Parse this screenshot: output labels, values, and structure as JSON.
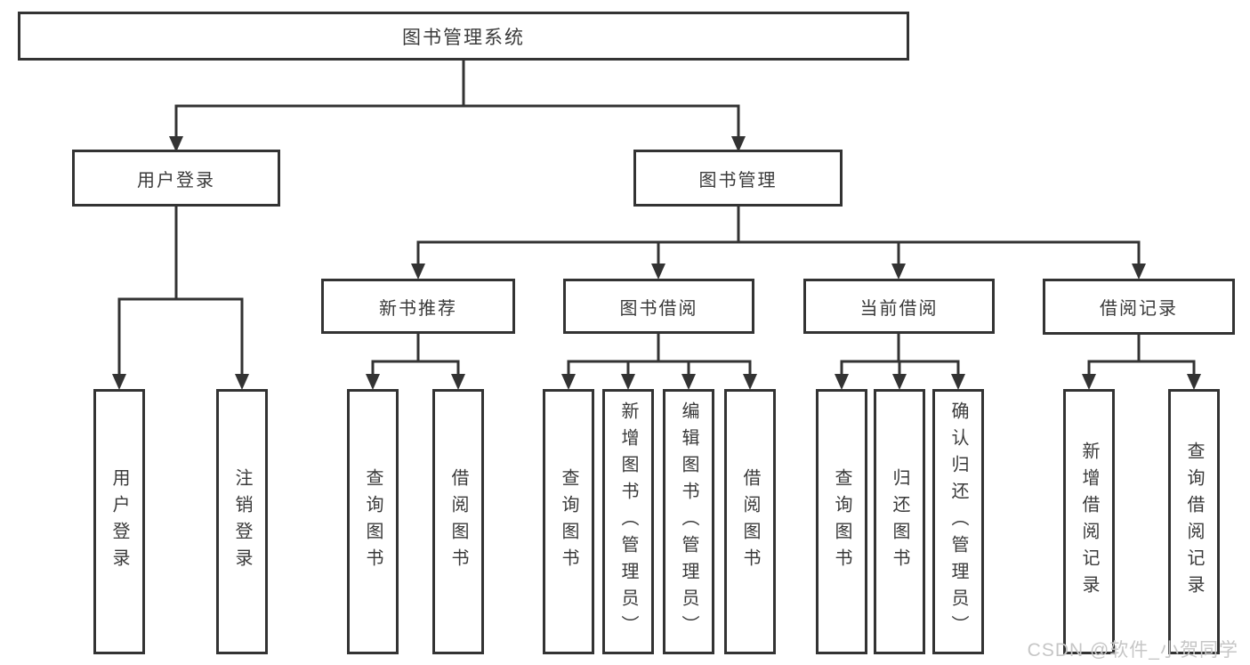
{
  "diagram": {
    "root": {
      "label": "图书管理系统"
    },
    "level2": [
      {
        "label": "用户登录"
      },
      {
        "label": "图书管理"
      }
    ],
    "level3": [
      {
        "label": "新书推荐"
      },
      {
        "label": "图书借阅"
      },
      {
        "label": "当前借阅"
      },
      {
        "label": "借阅记录"
      }
    ],
    "leaves": [
      {
        "label": "用户登录"
      },
      {
        "label": "注销登录"
      },
      {
        "label": "查询图书"
      },
      {
        "label": "借阅图书"
      },
      {
        "label": "查询图书"
      },
      {
        "label": "新增图书（管理员）"
      },
      {
        "label": "编辑图书（管理员）"
      },
      {
        "label": "借阅图书"
      },
      {
        "label": "查询图书"
      },
      {
        "label": "归还图书"
      },
      {
        "label": "确认归还（管理员）"
      },
      {
        "label": "新增借阅记录"
      },
      {
        "label": "查询借阅记录"
      }
    ],
    "colors": {
      "line": "#333333",
      "border": "#333333",
      "text": "#3a3a3a",
      "background": "#ffffff",
      "watermark": "#c6c6c6"
    }
  },
  "watermark": {
    "text": "CSDN @软件_小贺同学"
  }
}
